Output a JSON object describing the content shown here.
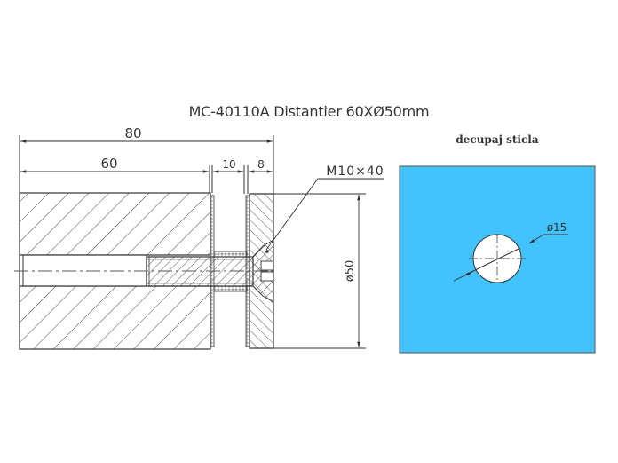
{
  "title": "MC-40110A Distantier 60XØ50mm",
  "cutout_label": "decupaj sticla",
  "colors": {
    "glass_fill": "#42C3FD",
    "line": "#333333",
    "background": "#FFFFFF"
  },
  "drawing": {
    "section_view": {
      "dimensions": {
        "overall_length": "80",
        "body_length": "60",
        "glass_gap": "10",
        "cap_thickness": "8",
        "diameter": "ø50",
        "bolt": "M10×40"
      }
    },
    "glass_cutout": {
      "hole_diameter": "ø15"
    }
  }
}
